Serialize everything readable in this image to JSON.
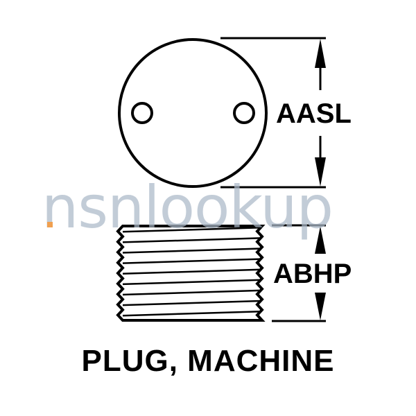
{
  "title": "PLUG, MACHINE",
  "watermark": {
    "text": "nsnlookup",
    "color": "#aab8c8",
    "accent_color": "#f0a050"
  },
  "dimensions": {
    "top": "AASL",
    "bottom": "ABHP"
  },
  "colors": {
    "ink": "#000000",
    "background": "#ffffff"
  }
}
